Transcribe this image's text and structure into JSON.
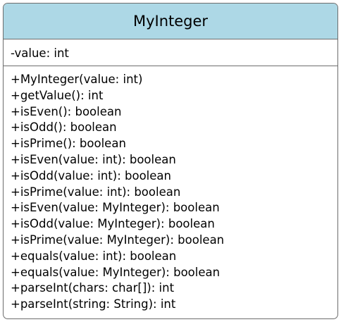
{
  "class": {
    "name": "MyInteger",
    "attributes": [
      "-value: int"
    ],
    "operations": [
      "+MyInteger(value: int)",
      "+getValue(): int",
      "+isEven(): boolean",
      "+isOdd(): boolean",
      "+isPrime(): boolean",
      "+isEven(value: int): boolean",
      "+isOdd(value: int): boolean",
      "+isPrime(value: int): boolean",
      "+isEven(value: MyInteger): boolean",
      "+isOdd(value: MyInteger): boolean",
      "+isPrime(value: MyInteger): boolean",
      "+equals(value: int): boolean",
      "+equals(value: MyInteger): boolean",
      "+parseInt(chars: char[]): int",
      "+parseInt(string: String): int"
    ]
  },
  "colors": {
    "header_fill": "#add8e6",
    "border": "#6d6d6d",
    "body_fill": "#ffffff",
    "text": "#000000"
  }
}
